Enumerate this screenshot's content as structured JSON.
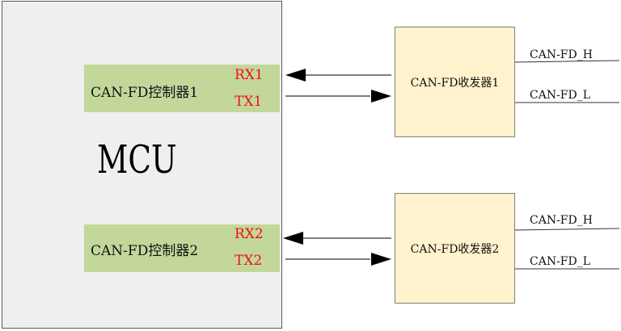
{
  "mcu": {
    "label": "MCU"
  },
  "controllers": [
    {
      "label": "CAN-FD控制器1",
      "rx": "RX1",
      "tx": "TX1"
    },
    {
      "label": "CAN-FD控制器2",
      "rx": "RX2",
      "tx": "TX2"
    }
  ],
  "transceivers": [
    {
      "label": "CAN-FD收发器1",
      "bus_high": "CAN-FD_H",
      "bus_low": "CAN-FD_L"
    },
    {
      "label": "CAN-FD收发器2",
      "bus_high": "CAN-FD_H",
      "bus_low": "CAN-FD_L"
    }
  ],
  "colors": {
    "mcu_fill": "#efefef",
    "controller_fill": "#c4d79b",
    "transceiver_fill": "#fff2cc",
    "pin_text": "#ee1111"
  }
}
